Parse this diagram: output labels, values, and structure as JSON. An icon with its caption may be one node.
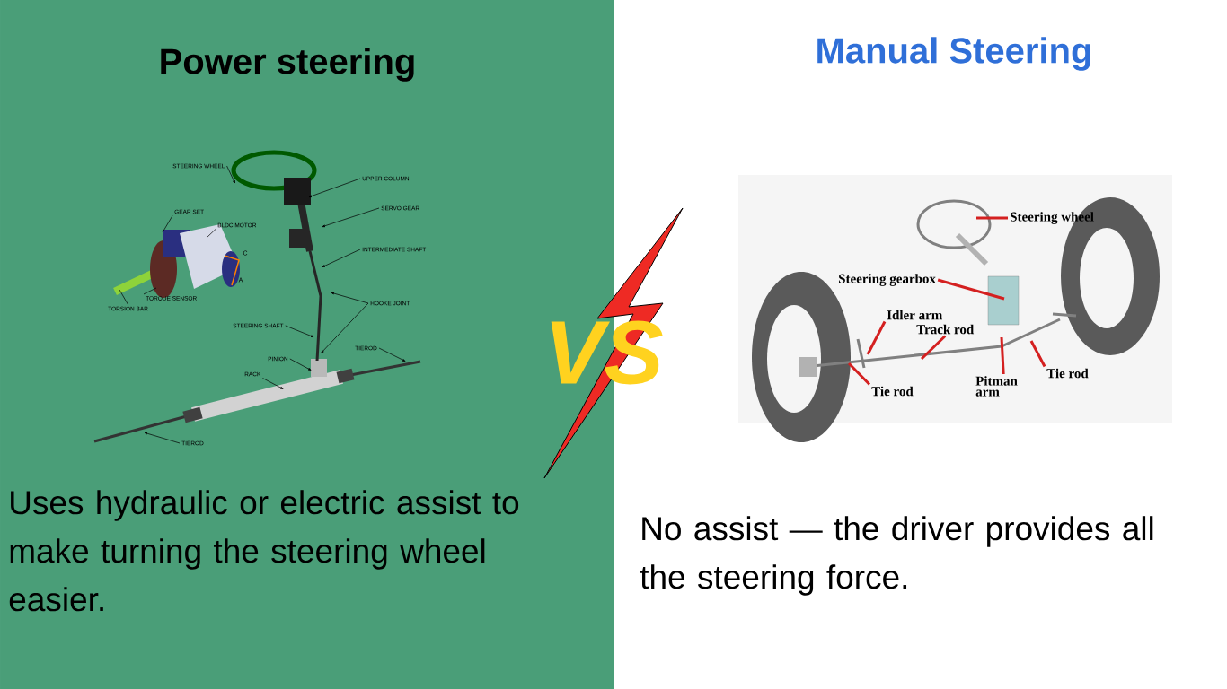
{
  "diagram": {
    "nodes": [
      {
        "text": [
          "STEERING WHEEL"
        ]
      },
      {
        "text": [
          "UPPER COLUMN"
        ]
      },
      {
        "text": [
          "SERVO GEAR"
        ]
      },
      {
        "text": [
          "INTERMEDIATE SHAFT"
        ]
      },
      {
        "text": [
          "HOOKE JOINT"
        ]
      },
      {
        "text": [
          "STEERING SHAFT"
        ]
      },
      {
        "text": [
          "PINION"
        ]
      },
      {
        "text": [
          "RACK"
        ]
      },
      {
        "text": [
          "TIEROD"
        ]
      },
      {
        "text": [
          "TIEROD"
        ]
      },
      {
        "text": [
          "GEAR SET"
        ]
      },
      {
        "text": [
          "BLDC MOTOR"
        ]
      },
      {
        "text": [
          "TORQUE SENSOR"
        ]
      },
      {
        "text": [
          "TORSION BAR"
        ]
      },
      {
        "text": [
          "Steering wheel"
        ]
      },
      {
        "text": [
          "Steering gearbox"
        ]
      },
      {
        "text": [
          "Idler arm"
        ]
      },
      {
        "text": [
          "Track rod"
        ]
      },
      {
        "text": [
          "Tie rod"
        ]
      },
      {
        "text": [
          "Pitman arm"
        ]
      },
      {
        "text": [
          "Tie rod"
        ]
      }
    ],
    "edges": [
      {
        "from": 0,
        "to": null,
        "arrow": "to"
      },
      {
        "from": 1,
        "to": null,
        "arrow": "to"
      },
      {
        "from": 2,
        "to": null,
        "arrow": "to"
      },
      {
        "from": 3,
        "to": null,
        "arrow": "to"
      },
      {
        "from": 4,
        "to": null,
        "arrow": "to"
      },
      {
        "from": 4,
        "to": null,
        "arrow": "to"
      },
      {
        "from": 5,
        "to": null,
        "arrow": "to"
      },
      {
        "from": 6,
        "to": null,
        "arrow": "to"
      },
      {
        "from": 7,
        "to": null,
        "arrow": "to"
      },
      {
        "from": 8,
        "to": null,
        "arrow": "to"
      },
      {
        "from": 9,
        "to": null,
        "arrow": "to"
      },
      {
        "from": 10,
        "to": null,
        "arrow": "none"
      },
      {
        "from": 11,
        "to": null,
        "arrow": "none"
      },
      {
        "from": 12,
        "to": null,
        "arrow": "none"
      },
      {
        "from": 13,
        "to": null,
        "arrow": "none"
      },
      {
        "from": 14,
        "to": null,
        "arrow": "none",
        "style": "thick",
        "color": "#d42020"
      },
      {
        "from": 15,
        "to": null,
        "arrow": "none",
        "style": "thick",
        "color": "#d42020"
      },
      {
        "from": 16,
        "to": null,
        "arrow": "none",
        "style": "thick",
        "color": "#d42020"
      },
      {
        "from": 17,
        "to": null,
        "arrow": "none",
        "style": "thick",
        "color": "#d42020"
      },
      {
        "from": 18,
        "to": null,
        "arrow": "none",
        "style": "thick",
        "color": "#d42020"
      },
      {
        "from": 19,
        "to": null,
        "arrow": "none",
        "style": "thick",
        "color": "#d42020"
      },
      {
        "from": 20,
        "to": null,
        "arrow": "none",
        "style": "thick",
        "color": "#d42020"
      }
    ],
    "labels": [
      "Power steering",
      "Manual Steering",
      "C",
      "A",
      "VS",
      "Uses hydraulic or electric assist to make turning the steering wheel easier.",
      "No assist — the driver provides all the steering force."
    ]
  }
}
